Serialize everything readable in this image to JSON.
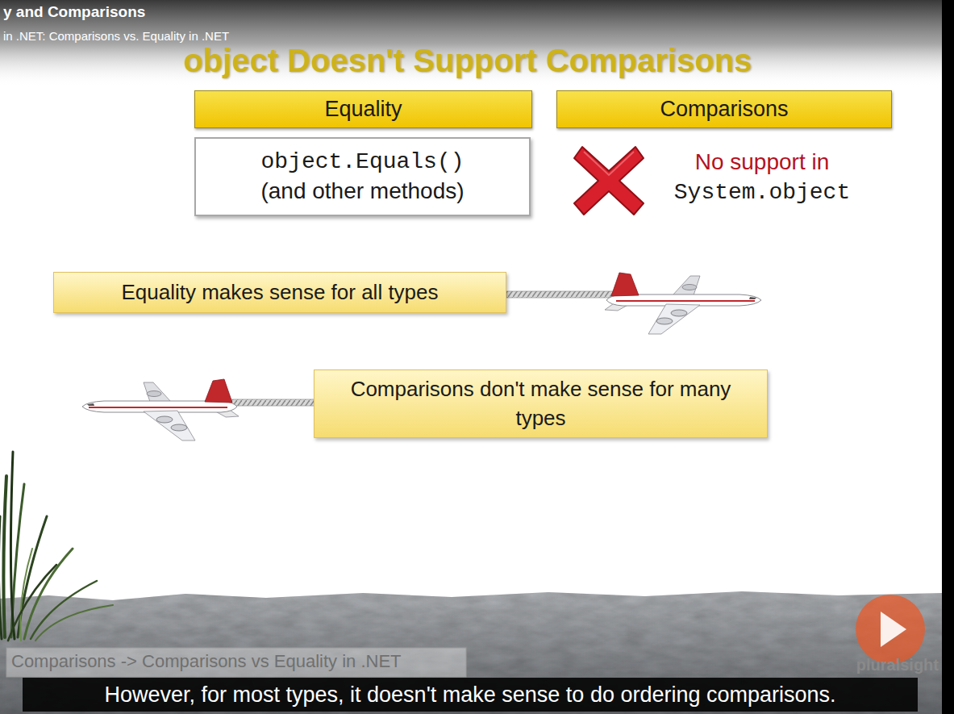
{
  "diagram": {
    "title": "object Doesn't Support Comparisons",
    "caption": "However, for most types, it doesn't make sense to do ordering comparisons.",
    "nodes": [
      {
        "text": [
          "Equality"
        ]
      },
      {
        "text": [
          "Comparisons"
        ]
      },
      {
        "text": [
          "object.Equals()",
          "(and other methods)"
        ]
      },
      {
        "text": [
          "Equality makes sense for all types"
        ]
      },
      {
        "text": [
          "Comparisons don't make sense for many types"
        ]
      }
    ],
    "labels": [
      "y and Comparisons",
      "in .NET: Comparisons vs. Equality in .NET",
      "No support in",
      "System.object",
      "Comparisons -> Comparisons vs Equality in .NET",
      "pluralsight"
    ]
  }
}
